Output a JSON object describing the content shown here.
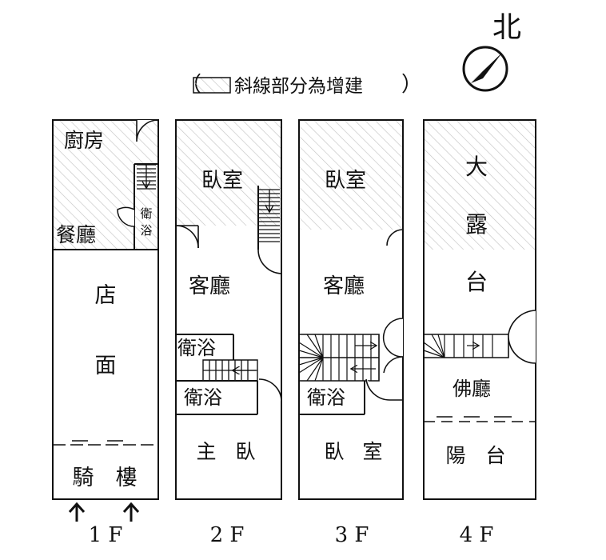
{
  "north": {
    "label": "北"
  },
  "legend": {
    "open": "（",
    "text": "斜線部分為增建",
    "close": "）"
  },
  "floors": [
    {
      "name": "1 F",
      "rooms": {
        "kitchen": "廚房",
        "dining": "餐廳",
        "bath": [
          "衛",
          "浴"
        ],
        "shop_1": "店",
        "shop_2": "面",
        "arcade_1": "騎",
        "arcade_2": "樓"
      }
    },
    {
      "name": "2 F",
      "rooms": {
        "bedroom": "臥室",
        "living": "客廳",
        "bath_a": "衛浴",
        "bath_b": "衛浴",
        "master_1": "主",
        "master_2": "臥"
      }
    },
    {
      "name": "3 F",
      "rooms": {
        "bedroom": "臥室",
        "living": "客廳",
        "bath": "衛浴",
        "bedroom2_1": "臥",
        "bedroom2_2": "室"
      }
    },
    {
      "name": "4 F",
      "rooms": {
        "terrace_1": "大",
        "terrace_2": "露",
        "terrace_3": "台",
        "buddha": "佛廳",
        "balcony_1": "陽",
        "balcony_2": "台"
      }
    }
  ],
  "colors": {
    "line": "#111111",
    "hatch": "#c4c4c4",
    "background": "#ffffff"
  }
}
